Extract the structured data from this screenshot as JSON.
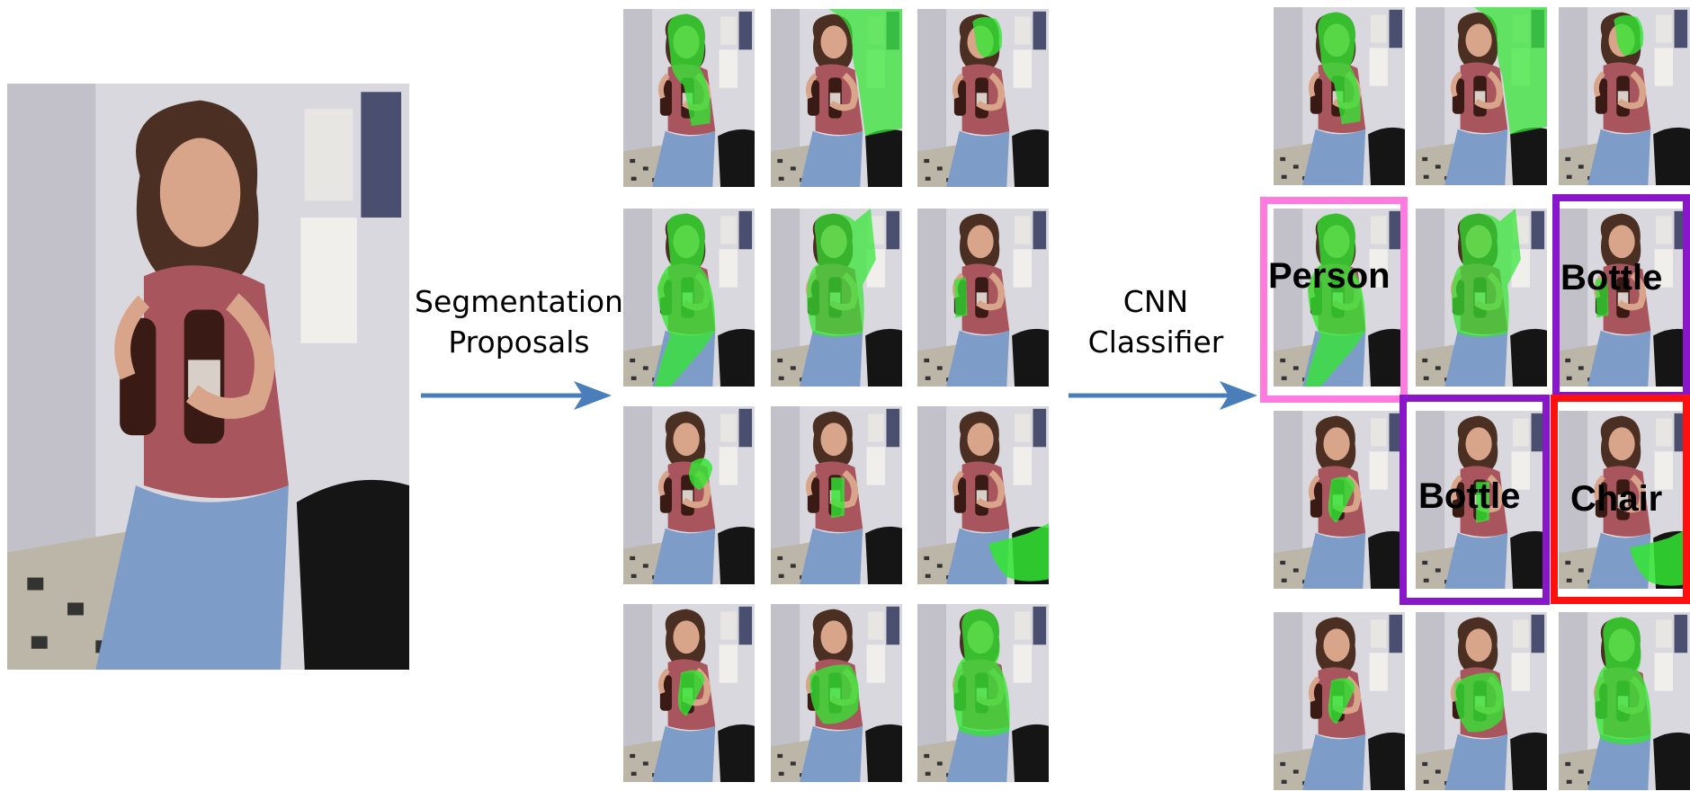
{
  "pipeline": {
    "step1_label_line1": "Segmentation",
    "step1_label_line2": "Proposals",
    "step2_label_line1": "CNN",
    "step2_label_line2": "Classifier"
  },
  "detections": [
    {
      "label": "Person",
      "color": "#ff7be0"
    },
    {
      "label": "Bottle",
      "color": "#8a16c9"
    },
    {
      "label": "Bottle",
      "color": "#8a16c9"
    },
    {
      "label": "Chair",
      "color": "#ff1010"
    }
  ],
  "colors": {
    "arrow": "#4a7ebb",
    "mask": "#33e633"
  },
  "proposal_masks": [
    "head-body",
    "right-bg",
    "head",
    "full-person",
    "person-bg",
    "bottle",
    "bottle-small",
    "bottle-mid",
    "chair",
    "arm",
    "arm-torso",
    "upper-body"
  ],
  "classified_masks": [
    "head-body",
    "right-bg",
    "head",
    "full-person",
    "person-bg",
    "bottle",
    "arm",
    "bottle-mid",
    "chair",
    "arm",
    "arm-torso",
    "upper-body"
  ]
}
